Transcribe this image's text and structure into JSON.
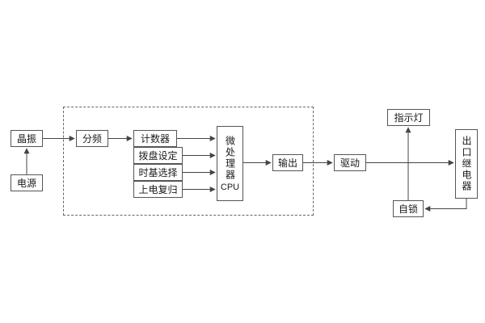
{
  "diagram": {
    "background": "#ffffff",
    "line_color": "#444444",
    "box_border_color": "#555555",
    "nodes": {
      "crystal": {
        "label": "晶振"
      },
      "power": {
        "label": "电源"
      },
      "divider": {
        "label": "分频"
      },
      "counter": {
        "label": "计数器"
      },
      "dial_setting": {
        "label": "拨盘设定"
      },
      "timebase_select": {
        "label": "时基选择"
      },
      "power_on_reset": {
        "label": "上电复归"
      },
      "cpu": {
        "label_main": "微处理器",
        "label_sub": "CPU"
      },
      "output": {
        "label": "输出"
      },
      "drive": {
        "label": "驱动"
      },
      "indicator_lamp": {
        "label": "指示灯"
      },
      "outlet_relay": {
        "label": "出口继电器"
      },
      "self_lock": {
        "label": "自锁"
      }
    }
  }
}
